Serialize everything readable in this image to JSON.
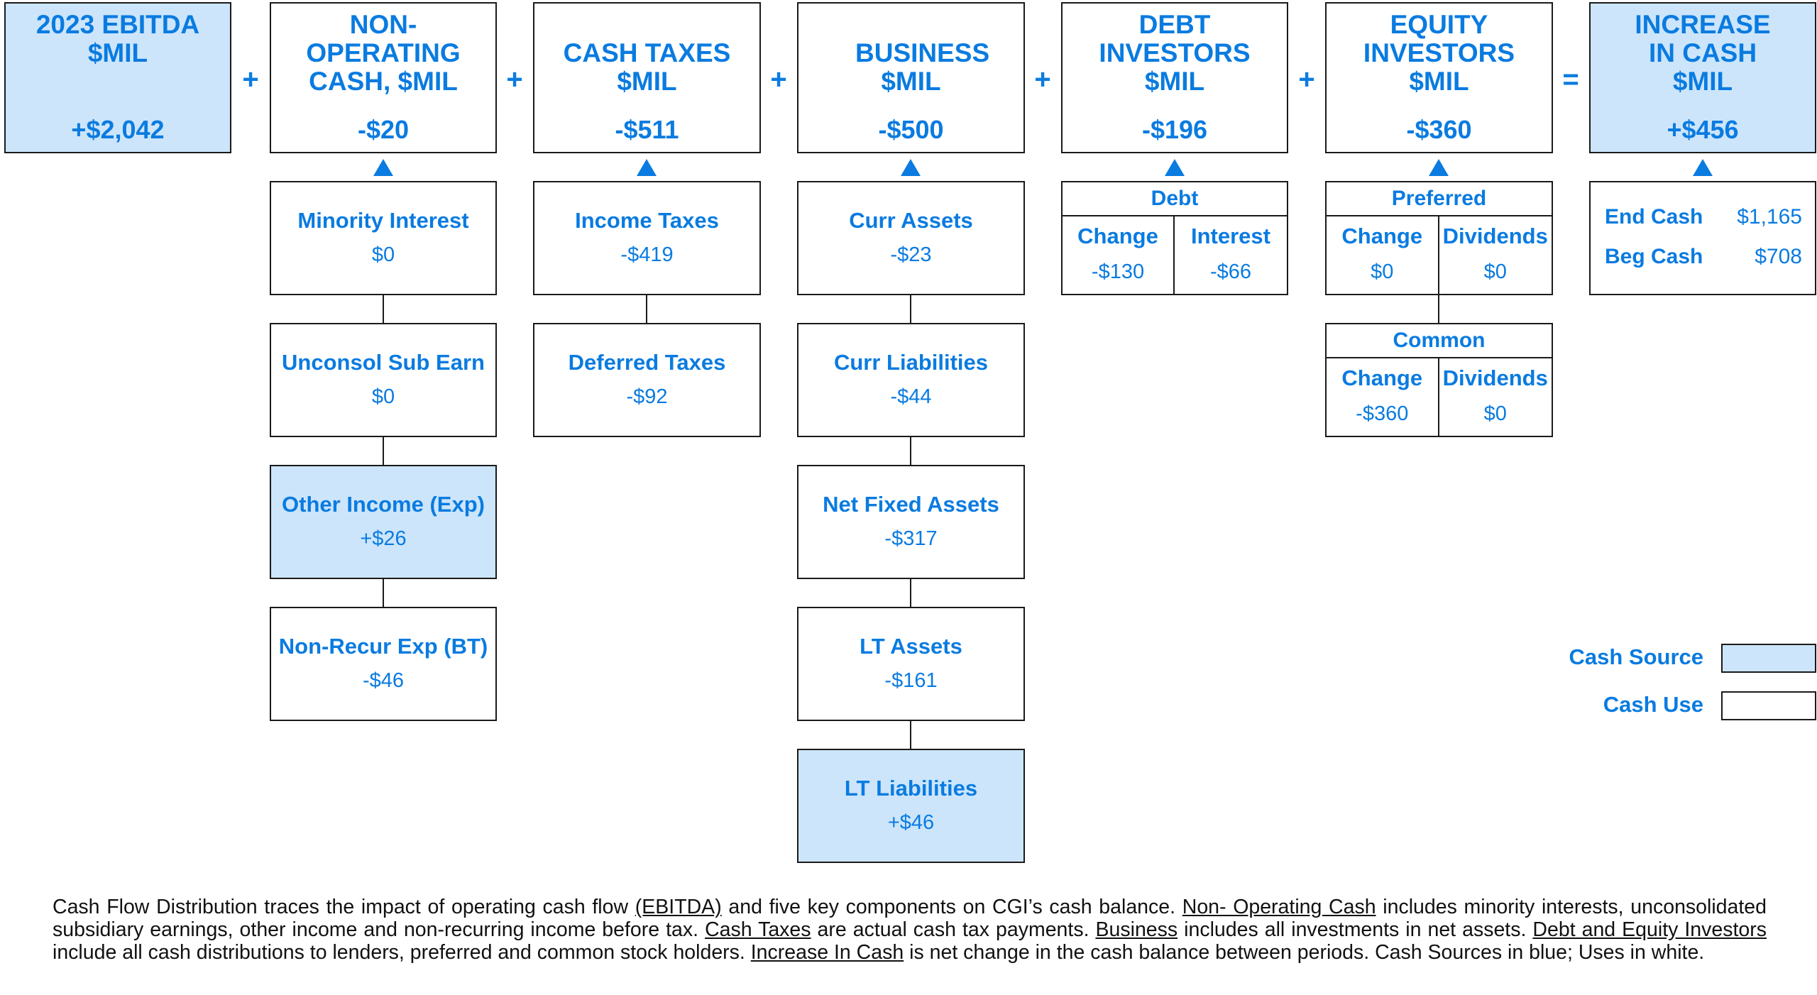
{
  "colors": {
    "source": "#cce5fb",
    "use": "#ffffff",
    "accent": "#0a7be0"
  },
  "operators": {
    "plus": "+",
    "equals": "="
  },
  "headers": [
    {
      "title": "2023 EBITDA $MIL",
      "value": "+$2,042",
      "type": "source"
    },
    {
      "title": "NON-OPERATING CASH, $MIL",
      "value": "-$20",
      "type": "use"
    },
    {
      "title": "CASH TAXES $MIL",
      "value": "-$511",
      "type": "use"
    },
    {
      "title": "BUSINESS $MIL",
      "value": "-$500",
      "type": "use"
    },
    {
      "title": "DEBT INVESTORS $MIL",
      "value": "-$196",
      "type": "use"
    },
    {
      "title": "EQUITY INVESTORS $MIL",
      "value": "-$360",
      "type": "use"
    },
    {
      "title": "INCREASE IN CASH $MIL",
      "value": "+$456",
      "type": "source"
    }
  ],
  "non_operating": [
    {
      "label": "Minority Interest",
      "value": "$0",
      "type": "use"
    },
    {
      "label": "Unconsol Sub Earn",
      "value": "$0",
      "type": "use"
    },
    {
      "label": "Other Income (Exp)",
      "value": "+$26",
      "type": "source"
    },
    {
      "label": "Non-Recur Exp (BT)",
      "value": "-$46",
      "type": "use"
    }
  ],
  "cash_taxes": [
    {
      "label": "Income Taxes",
      "value": "-$419",
      "type": "use"
    },
    {
      "label": "Deferred Taxes",
      "value": "-$92",
      "type": "use"
    }
  ],
  "business": [
    {
      "label": "Curr Assets",
      "value": "-$23",
      "type": "use"
    },
    {
      "label": "Curr Liabilities",
      "value": "-$44",
      "type": "use"
    },
    {
      "label": "Net Fixed Assets",
      "value": "-$317",
      "type": "use"
    },
    {
      "label": "LT Assets",
      "value": "-$161",
      "type": "use"
    },
    {
      "label": "LT Liabilities",
      "value": "+$46",
      "type": "source"
    }
  ],
  "debt": {
    "title": "Debt",
    "left": {
      "label": "Change",
      "value": "-$130"
    },
    "right": {
      "label": "Interest",
      "value": "-$66"
    }
  },
  "preferred": {
    "title": "Preferred",
    "left": {
      "label": "Change",
      "value": "$0"
    },
    "right": {
      "label": "Dividends",
      "value": "$0"
    }
  },
  "common": {
    "title": "Common",
    "left": {
      "label": "Change",
      "value": "-$360"
    },
    "right": {
      "label": "Dividends",
      "value": "$0"
    }
  },
  "cash": {
    "end_label": "End Cash",
    "end_value": "$1,165",
    "beg_label": "Beg Cash",
    "beg_value": "$708"
  },
  "legend": {
    "source_label": "Cash Source",
    "use_label": "Cash Use"
  },
  "note": {
    "p1": "Cash Flow Distribution traces the impact of operating cash flow ",
    "u1": "(EBITDA)",
    "p2": " and five key components on CGI’s cash balance. ",
    "u2": "Non- Operating Cash",
    "p3": " includes minority interests, unconsolidated subsidiary earnings, other income and non-recurring  income before tax. ",
    "u3": "Cash Taxes",
    "p4": " are actual cash tax payments. ",
    "u4": "Business",
    "p5": " includes all investments in net assets. ",
    "u5": "Debt and Equity Investors",
    "p6": " include all cash distributions to lenders, preferred and common stock holders. ",
    "u6": "Increase In Cash",
    "p7": " is net change in the cash balance between periods. Cash Sources in blue; Uses in white."
  }
}
